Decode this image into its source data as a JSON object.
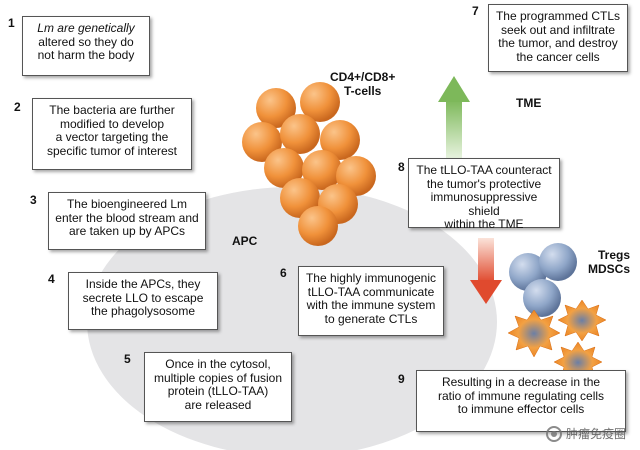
{
  "steps": [
    {
      "num": "1",
      "lines": [
        "Lm are genetically",
        "altered so they do",
        "not harm the body"
      ]
    },
    {
      "num": "2",
      "lines": [
        "The bacteria are further",
        "modified to develop",
        "a vector targeting the",
        "specific tumor of interest"
      ]
    },
    {
      "num": "3",
      "lines": [
        "The bioengineered Lm",
        "enter the blood stream and",
        "are taken up by APCs"
      ]
    },
    {
      "num": "4",
      "lines": [
        "Inside the APCs, they",
        "secrete LLO to escape",
        "the phagolysosome"
      ]
    },
    {
      "num": "5",
      "lines": [
        "Once in the cytosol,",
        "multiple copies of fusion",
        "protein (tLLO-TAA)",
        "are released"
      ]
    },
    {
      "num": "6",
      "lines": [
        "The highly immunogenic",
        "tLLO-TAA communicate",
        "with the immune system",
        "to generate CTLs"
      ]
    },
    {
      "num": "7",
      "lines": [
        "The programmed CTLs",
        "seek out and infiltrate",
        "the tumor, and destroy",
        "the cancer cells"
      ]
    },
    {
      "num": "8",
      "lines": [
        "The tLLO-TAA counteract",
        "the tumor's protective",
        "immunosuppressive shield",
        "within the TME"
      ]
    },
    {
      "num": "9",
      "lines": [
        "Resulting in a decrease in the",
        "ratio of immune regulating cells",
        "to immune effector cells"
      ]
    }
  ],
  "labels": {
    "tcells": [
      "CD4+/CD8+",
      "T-cells"
    ],
    "tme": "TME",
    "apc": "APC",
    "tregs": [
      "Tregs",
      "MDSCs"
    ]
  },
  "watermark": "肿瘤免疫圈",
  "colors": {
    "orange_cell": "#F0913A",
    "green_arrow": "#8DC26B",
    "red_arrow": "#E8553A",
    "blue_cell": "#8FA6C8",
    "tumor_cell": "#F08A2C",
    "apc_fill": "#E4E4E6"
  }
}
